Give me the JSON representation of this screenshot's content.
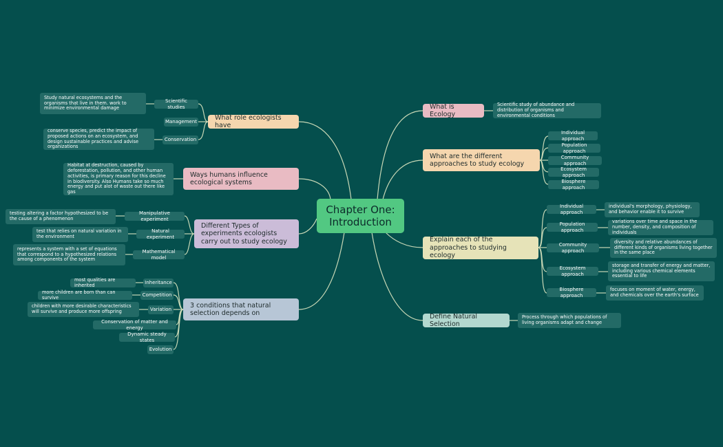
{
  "root": {
    "label": "Chapter One:\nIntroduction"
  },
  "right": {
    "what_is_ecology": {
      "label": "What is Ecology",
      "definition": "Scientific study of abundance and distribution of organisms and environmental conditions"
    },
    "approaches": {
      "label": "What are the different approaches to study ecology",
      "items": [
        "Individual approach",
        "Population approach",
        "Community approach",
        "Ecosystem approach",
        "Biosphere approach"
      ]
    },
    "explain": {
      "label": "Explain each of the approaches to studying ecology",
      "items": [
        {
          "name": "Individual approach",
          "desc": "individual's morphology, physiology, and behavior enable it to survive"
        },
        {
          "name": "Population approach",
          "desc": "variations over time and space in the number, density, and composition of individuals"
        },
        {
          "name": "Community approach",
          "desc": "diversity and relative abundances of different kinds of organisms living together in the same place"
        },
        {
          "name": "Ecosystem approach",
          "desc": "storage and transfer of energy and matter, including various chemical elements essential to life"
        },
        {
          "name": "Biosphere approach",
          "desc": "focuses on moment of water, energy, and chemicals over the earth's surface"
        }
      ]
    },
    "natural_selection": {
      "label": "Define Natural Selection",
      "definition": "Process through which populations of living organisms adapt and change"
    }
  },
  "left": {
    "role": {
      "label": "What role ecologists have",
      "items": [
        {
          "name": "Scientific studies",
          "desc": "Study natural ecosystems and the organisms that live in them. work to minimize environmental damage"
        },
        {
          "name": "Management",
          "desc": ""
        },
        {
          "name": "Conservation",
          "desc": "conserve species, predict the impact of proposed actions on an ecosystem, and design sustainable practices and advise organizations"
        }
      ]
    },
    "humans": {
      "label": "Ways humans influence ecological systems",
      "desc": "Habitat at destruction, caused by deforestation, pollution, and other human activities, is primary reason for this decline in biodiversity. Also Humans take so much energy and put alot of waste out there like gas"
    },
    "experiments": {
      "label": "Different Types of experiments ecologists carry out to study ecology",
      "items": [
        {
          "name": "Manipulative experiment",
          "desc": "testing altering a factor hypothesized to be the cause of a phenomenon"
        },
        {
          "name": "Natural experiment",
          "desc": "test that relies on natural variation in the environment"
        },
        {
          "name": "Mathematical model",
          "desc": "represents a system with a set of equations that correspond to a hypothesized relations among components of the system"
        }
      ]
    },
    "conditions": {
      "label": "3 conditions that natural selection depends on",
      "items": [
        {
          "name": "Inheritance",
          "desc": "most qualities are inherited"
        },
        {
          "name": "Competition",
          "desc": "more children are born than can survive"
        },
        {
          "name": "Variation",
          "desc": "children with more desirable characteristics will survive and produce more offspring"
        },
        {
          "name": "Conservation of matter and energy",
          "desc": ""
        },
        {
          "name": "Dynamic steady states",
          "desc": ""
        },
        {
          "name": "Evolution",
          "desc": ""
        }
      ]
    }
  },
  "colors": {
    "background": "#054f4d",
    "root": "#52c882",
    "line": "#c8d8b6",
    "subtopic": "#236a66"
  }
}
